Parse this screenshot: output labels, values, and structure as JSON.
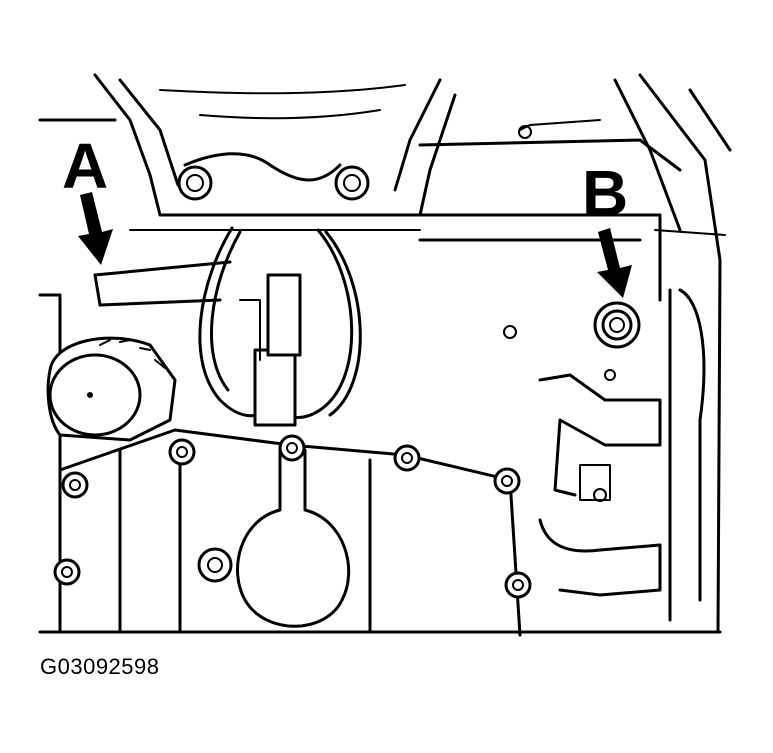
{
  "callouts": {
    "a": "A",
    "b": "B"
  },
  "figure_id": "G03092598"
}
